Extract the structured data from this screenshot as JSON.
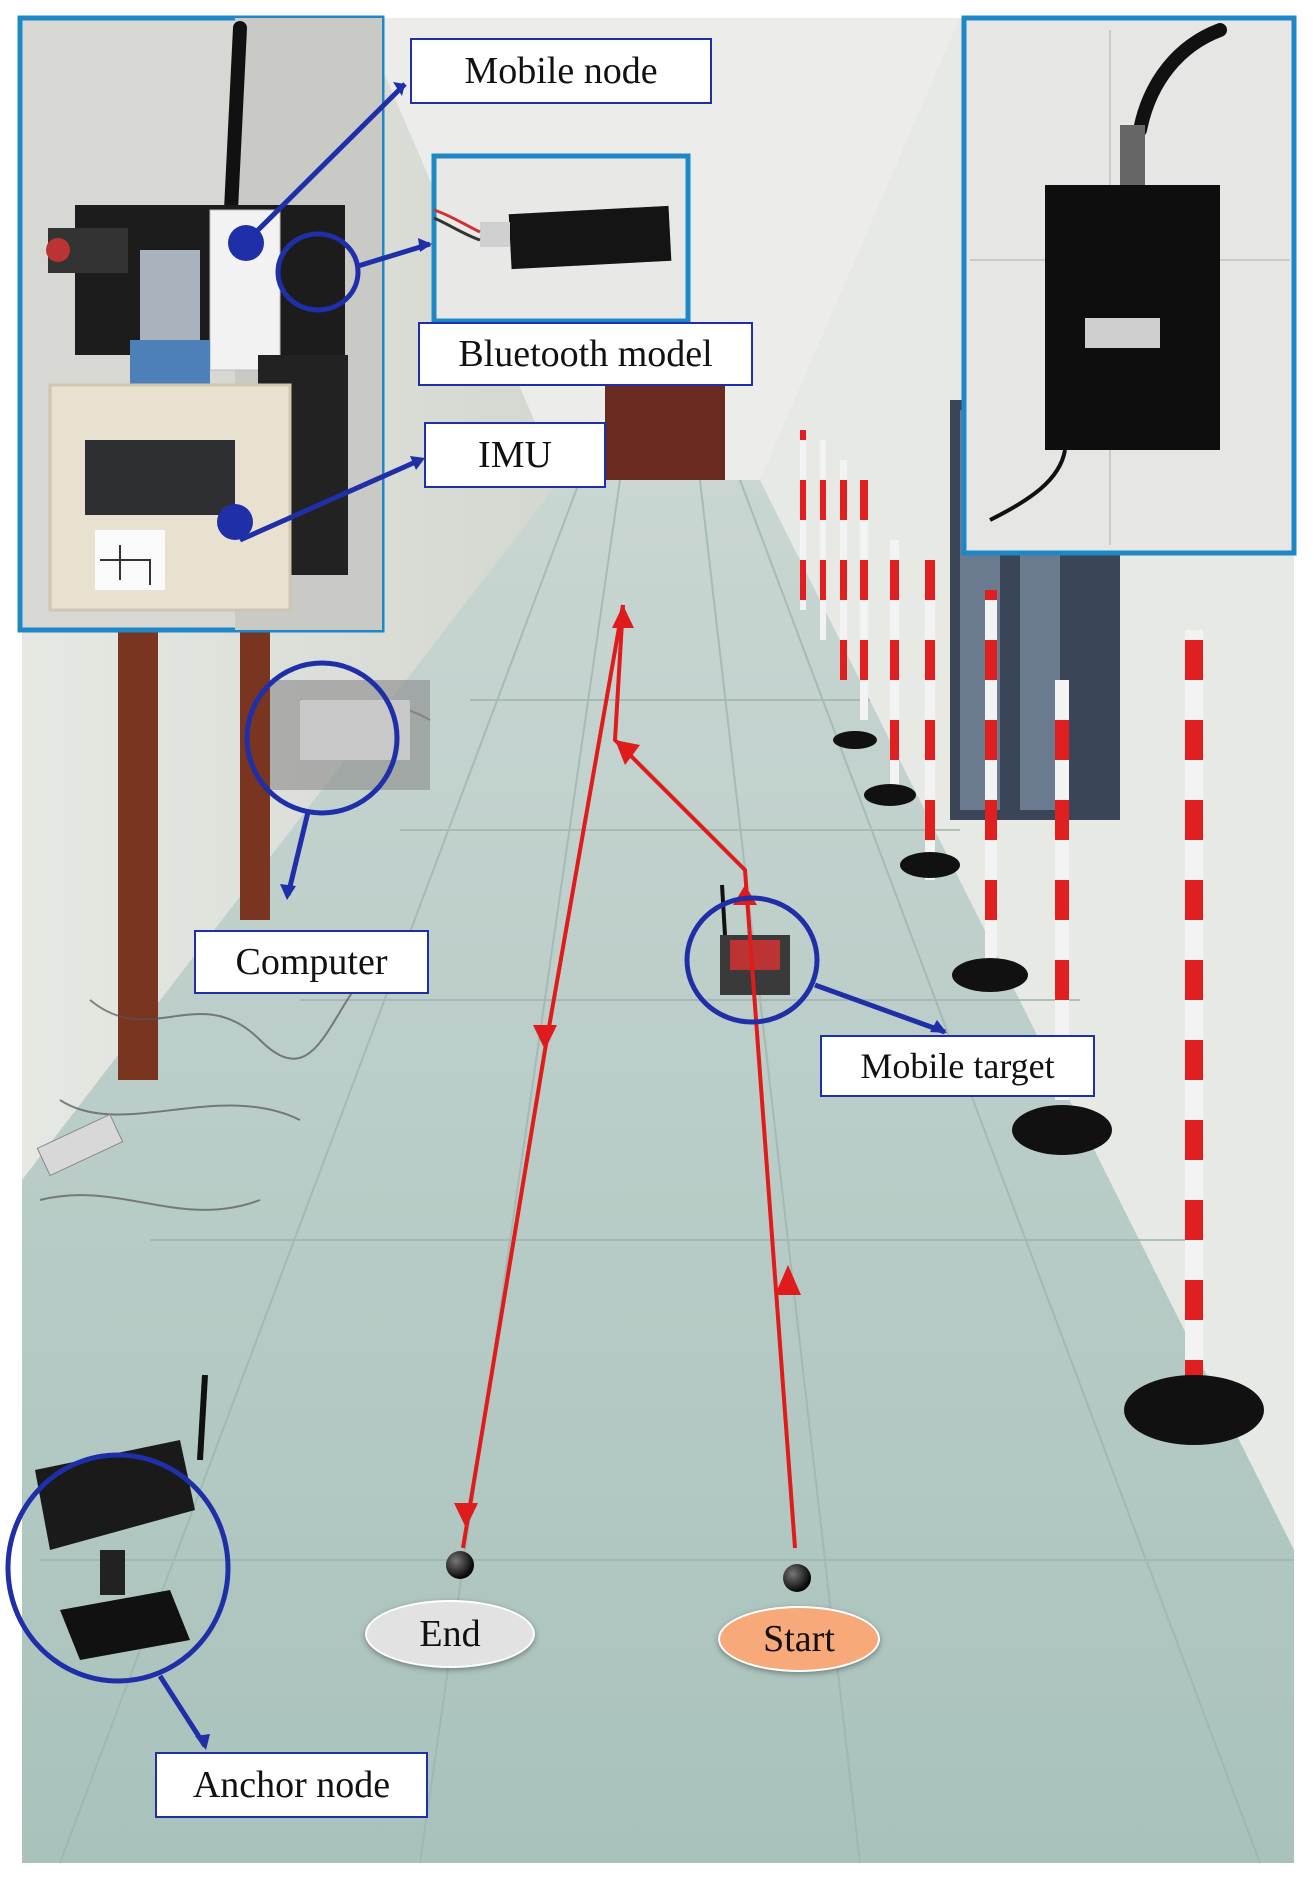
{
  "labels": {
    "mobile_node": "Mobile node",
    "bluetooth_model": "Bluetooth model",
    "imu": "IMU",
    "computer": "Computer",
    "mobile_target": "Mobile target",
    "anchor_node": "Anchor node",
    "end": "End",
    "start": "Start"
  },
  "colors": {
    "callout_blue": "#1f2fa8",
    "path_red": "#e01b1b",
    "end_fill": "#e2e2e2",
    "start_fill": "#f7a97a",
    "floor": "#b9cfc9",
    "wall": "#e9ebe6"
  }
}
